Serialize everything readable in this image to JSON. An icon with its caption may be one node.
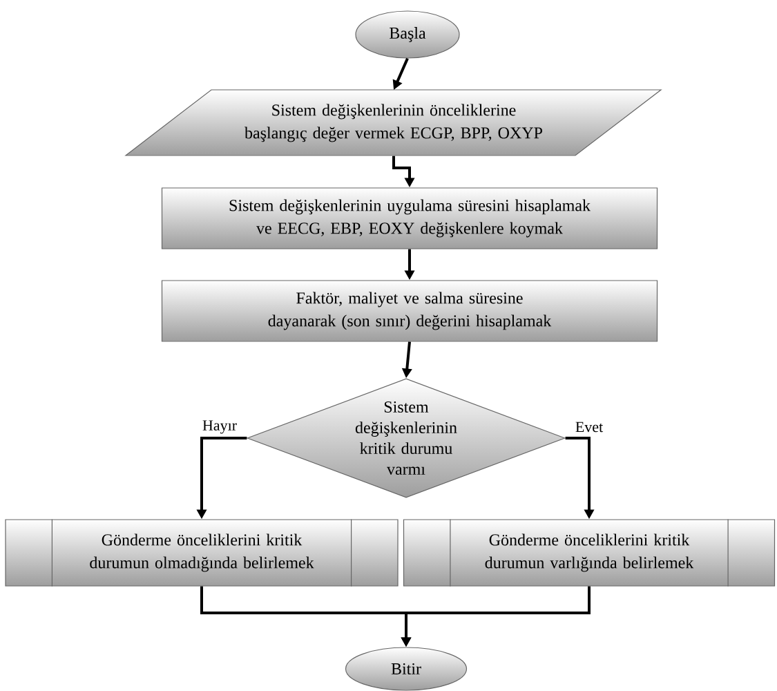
{
  "diagram": {
    "nodes": [
      {
        "text": [
          "Başla"
        ]
      },
      {
        "text": [
          "Sistem değişkenlerinin önceliklerine başlangıç değer vermek ECGP, BPP, OXYP"
        ]
      },
      {
        "text": [
          "Sistem değişkenlerinin uygulama süresini hisaplamak ve EECG, EBP, EOXY değişkenlere koymak"
        ]
      },
      {
        "text": [
          "Faktör, maliyet ve salma süresine dayanarak (son sınır) değerini hisaplamak"
        ]
      },
      {
        "text": [
          "Sistem değişkenlerinin kritik durumu varmı"
        ]
      },
      {
        "text": [
          "Gönderme önceliklerini kritik durumun olmadığında belirlemek"
        ]
      },
      {
        "text": [
          "Gönderme önceliklerini kritik durumun varlığında belirlemek"
        ]
      },
      {
        "text": [
          "Bitir"
        ]
      }
    ],
    "edges": [
      {
        "from": 0,
        "to": 1,
        "arrow": "to"
      },
      {
        "from": 1,
        "to": 2,
        "arrow": "to"
      },
      {
        "from": 2,
        "to": 3,
        "arrow": "to"
      },
      {
        "from": 3,
        "to": 4,
        "arrow": "to"
      },
      {
        "from": 4,
        "to": 5,
        "arrow": "to",
        "label": "Hayır"
      },
      {
        "from": 4,
        "to": 6,
        "arrow": "to",
        "label": "Evet"
      },
      {
        "from": 5,
        "to": 7,
        "arrow": "to"
      },
      {
        "from": 6,
        "to": 7,
        "arrow": "to"
      }
    ]
  }
}
